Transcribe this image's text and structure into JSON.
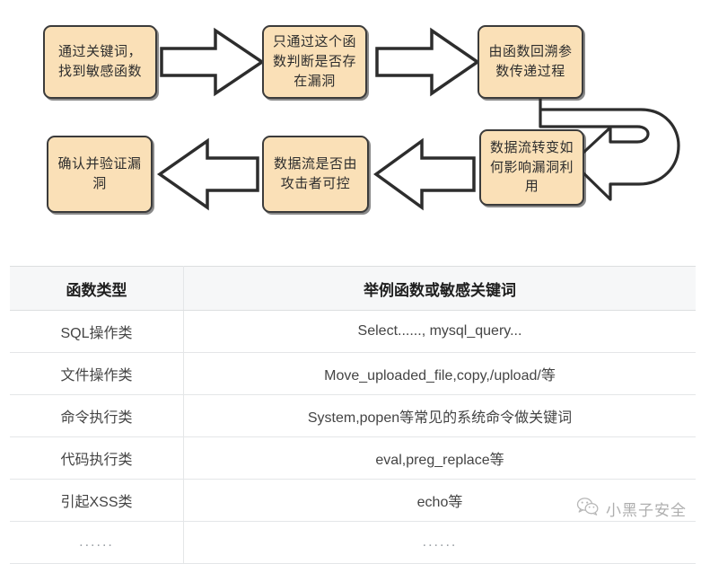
{
  "flowchart": {
    "boxes": [
      {
        "id": "box-1",
        "label": "通过关键词，\n找到敏感函数"
      },
      {
        "id": "box-2",
        "label": "只通过这个函\n数判断是否存\n在漏洞"
      },
      {
        "id": "box-3",
        "label": "由函数回溯参\n数传递过程"
      },
      {
        "id": "box-4",
        "label": "数据流转变如\n何影响漏洞利\n用"
      },
      {
        "id": "box-5",
        "label": "数据流是否由\n攻击者可控"
      },
      {
        "id": "box-6",
        "label": "确认并验证漏\n洞"
      }
    ],
    "arrows": [
      {
        "name": "arrow-box1-to-box2",
        "direction": "right"
      },
      {
        "name": "arrow-box2-to-box3",
        "direction": "right"
      },
      {
        "name": "arrow-box3-to-box4",
        "direction": "u-turn-down-left"
      },
      {
        "name": "arrow-box4-to-box5",
        "direction": "left"
      },
      {
        "name": "arrow-box5-to-box6",
        "direction": "left"
      }
    ],
    "colors": {
      "box_fill": "#fae0b7",
      "box_border": "#3b3b3b",
      "arrow_stroke": "#2d2d2d",
      "arrow_fill": "#ffffff"
    }
  },
  "table": {
    "headers": [
      "函数类型",
      "举例函数或敏感关键词"
    ],
    "rows": [
      {
        "type": "SQL操作类",
        "examples": "Select......, mysql_query..."
      },
      {
        "type": "文件操作类",
        "examples": "Move_uploaded_file,copy,/upload/等"
      },
      {
        "type": "命令执行类",
        "examples": "System,popen等常见的系统命令做关键词"
      },
      {
        "type": "代码执行类",
        "examples": "eval,preg_replace等"
      },
      {
        "type": "引起XSS类",
        "examples": "echo等"
      },
      {
        "type": "......",
        "examples": "......"
      }
    ],
    "header_bg": "#f6f7f8",
    "border_color": "#e4e6e8"
  },
  "watermark": {
    "icon": "wechat-icon",
    "text": "小黑子安全"
  }
}
